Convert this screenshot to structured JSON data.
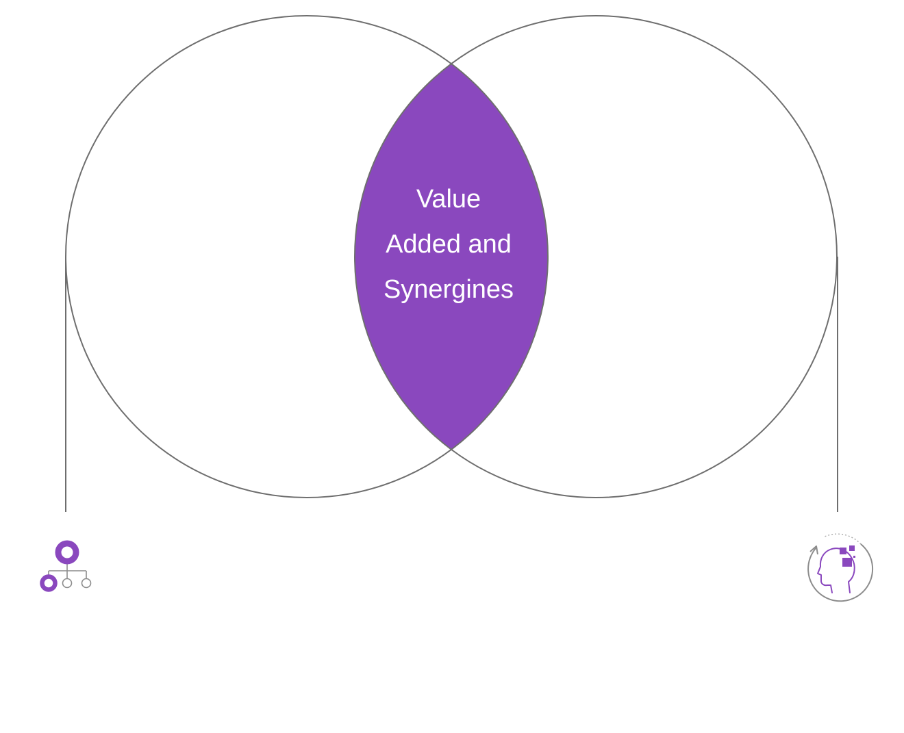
{
  "diagram": {
    "intersection_label_lines": [
      "Value",
      "Added and",
      "Synergines"
    ],
    "colors": {
      "accent": "#8A48BE",
      "outline": "#6E6E6E",
      "icon_gray": "#8C8C8C",
      "background": "#FFFFFF"
    },
    "icons": {
      "left": "org-hierarchy-icon",
      "right": "ai-head-cycle-icon"
    }
  }
}
